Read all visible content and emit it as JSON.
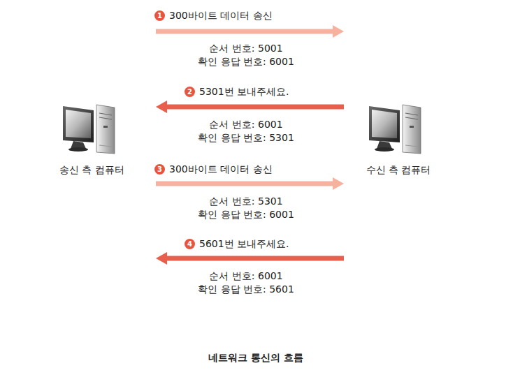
{
  "diagram": {
    "caption": "네트워크 통신의 흐름",
    "nodes": [
      {
        "text": [
          "송신 측 컴퓨터"
        ]
      },
      {
        "text": [
          "수신 측 컴퓨터"
        ]
      }
    ],
    "edges": [
      {
        "from": 0,
        "to": 1,
        "arrow": "to",
        "label": "300바이트 데이터 송신"
      },
      {
        "from": 1,
        "to": 0,
        "arrow": "to",
        "label": "5301번 보내주세요."
      },
      {
        "from": 0,
        "to": 1,
        "arrow": "to",
        "label": "300바이트 데이터 송신"
      },
      {
        "from": 1,
        "to": 0,
        "arrow": "to",
        "label": "5601번 보내주세요."
      }
    ],
    "labels": [
      "1",
      "순서 번호: 5001",
      "확인 응답 번호: 6001",
      "2",
      "순서 번호: 6001",
      "확인 응답 번호: 5301",
      "3",
      "순서 번호: 5301",
      "확인 응답 번호: 6001",
      "4",
      "순서 번호: 6001",
      "확인 응답 번호: 5601"
    ]
  }
}
